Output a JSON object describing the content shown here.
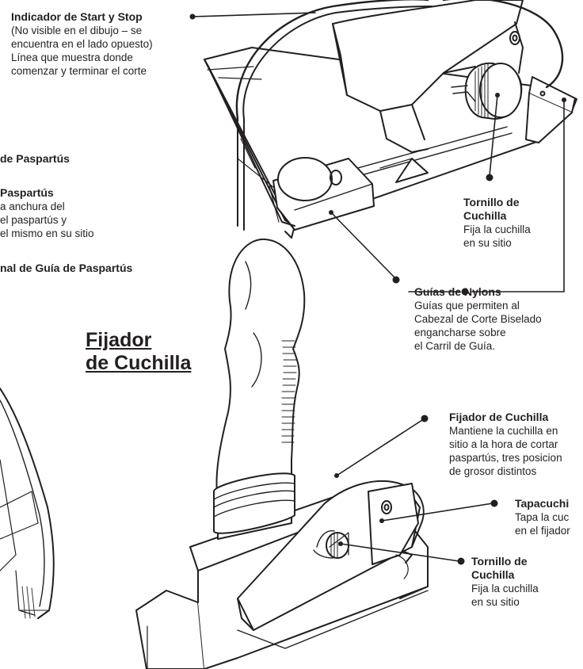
{
  "title": {
    "line1": "Fijador",
    "line2": "de Cuchilla"
  },
  "labels": {
    "start_stop": {
      "title": "Indicador de Start y Stop",
      "lines": [
        "(No visible en el dibujo – se",
        "encuentra en el lado opuesto)",
        "Línea que muestra donde",
        "comenzar y terminar el corte"
      ]
    },
    "paspartus_partial": {
      "title": "de Paspartús"
    },
    "paspartus_guide": {
      "title": "Paspartús",
      "lines": [
        "a anchura del",
        "el paspartús y",
        "el mismo en su sitio"
      ]
    },
    "guia_final": {
      "title": "nal de Guía de Paspartús"
    },
    "tornillo_top": {
      "title_line1": "Tornillo de",
      "title_line2": "Cuchilla",
      "lines": [
        "Fija la cuchilla",
        "en su sitio"
      ]
    },
    "guias_nylons": {
      "title": "Guías de Nylons",
      "lines": [
        "Guías que permiten al",
        "Cabezal de Corte Biselado",
        "engancharse sobre",
        "el Carril de Guía."
      ]
    },
    "fijador": {
      "title": "Fijador de Cuchilla",
      "lines": [
        "Mantiene la cuchilla en",
        "sitio a la hora de cortar",
        "paspartús, tres posicion",
        "de grosor distintos"
      ]
    },
    "tapacuchilla": {
      "title": "Tapacuchi",
      "lines": [
        "Tapa la cuc",
        "en el fijador"
      ]
    },
    "tornillo_bottom": {
      "title_line1": "Tornillo de",
      "title_line2": "Cuchilla",
      "lines": [
        "Fija la cuchilla",
        "en su sitio"
      ]
    }
  },
  "colors": {
    "ink": "#231f20",
    "paper": "#ffffff"
  }
}
